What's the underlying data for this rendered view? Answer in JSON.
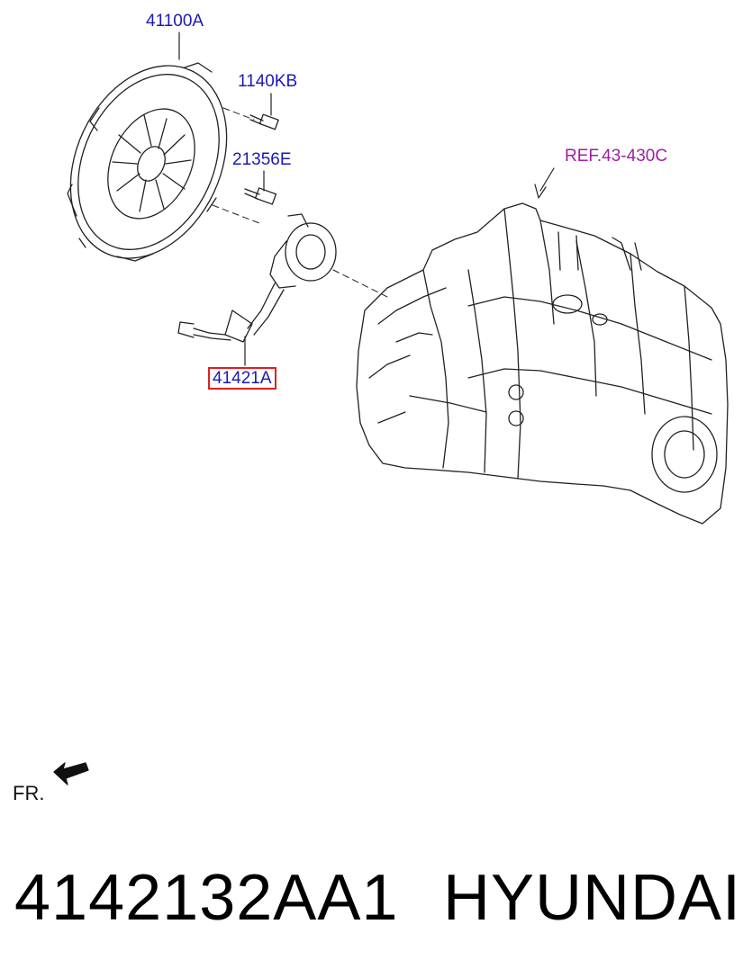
{
  "callouts": {
    "clutch_cover": "41100A",
    "bolt_1": "1140KB",
    "bolt_2": "21356E",
    "release_cylinder": "41421A",
    "transmission_ref": "REF.43-430C"
  },
  "direction": {
    "label": "FR."
  },
  "footer": {
    "part_number": "4142132AA1",
    "brand": "HYUNDAI"
  },
  "colors": {
    "callout_text": "#1a1ab4",
    "ref_text": "#a01ea0",
    "highlight_box": "#e02020",
    "line_art": "#222222"
  }
}
